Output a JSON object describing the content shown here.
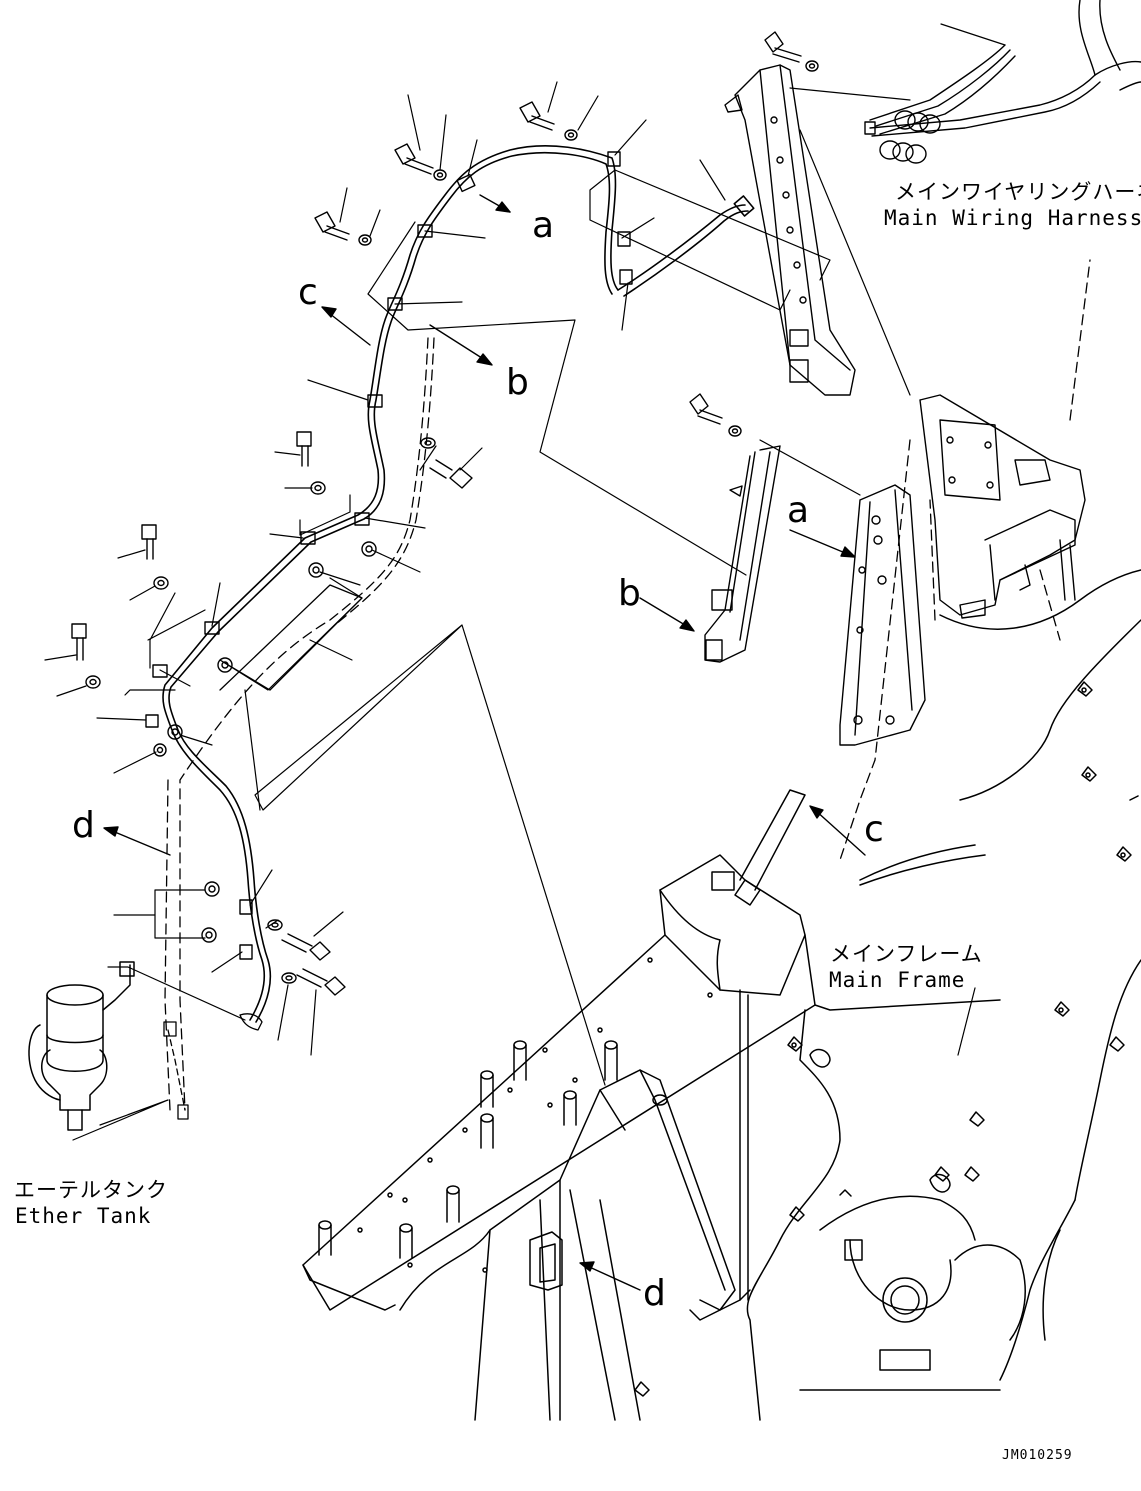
{
  "labels": {
    "main_wiring_harness_jp": "メインワイヤリングハーネス",
    "main_wiring_harness_en": "Main Wiring Harness",
    "main_frame_jp": "メインフレーム",
    "main_frame_en": "Main Frame",
    "ether_tank_jp": "エーテルタンク",
    "ether_tank_en": "Ether Tank",
    "drawing_code": "JM010259"
  },
  "callouts": {
    "a_left": "a",
    "a_right": "a",
    "b_left": "b",
    "b_right": "b",
    "c_left": "c",
    "c_right": "c",
    "d_left": "d",
    "d_right": "d"
  },
  "colors": {
    "ink": "#000000",
    "paper": "#ffffff"
  }
}
